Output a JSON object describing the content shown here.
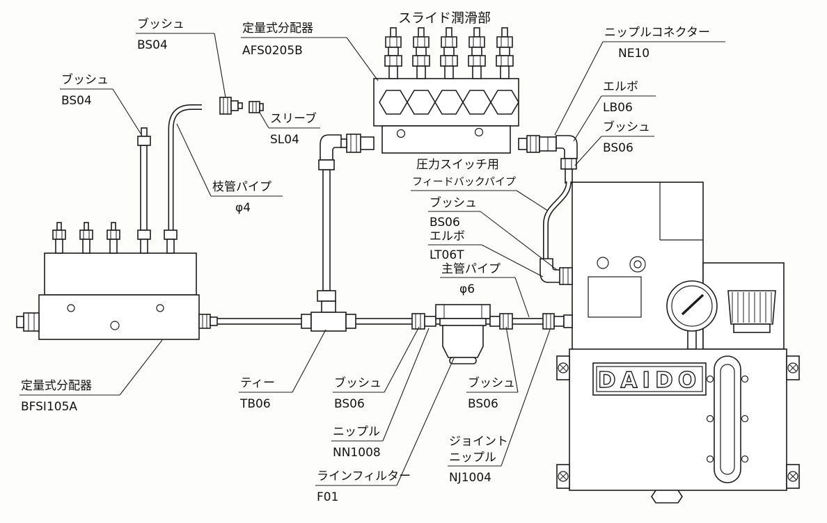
{
  "parts": {
    "bush_top": {
      "name": "ブッシュ",
      "code": "BS04"
    },
    "bush_left": {
      "name": "ブッシュ",
      "code": "BS04"
    },
    "dist_top": {
      "name": "定量式分配器",
      "code": "AFS0205B"
    },
    "slide_section": {
      "name": "スライド潤滑部"
    },
    "nipple_connector": {
      "name": "ニップルコネクター",
      "code": "NE10"
    },
    "elbow_lb": {
      "name": "エルボ",
      "code": "LB06"
    },
    "bush_right": {
      "name": "ブッシュ",
      "code": "BS06"
    },
    "sleeve": {
      "name": "スリーブ",
      "code": "SL04"
    },
    "branch_pipe": {
      "name": "枝管パイプ",
      "code": "φ4"
    },
    "feedback_pipe": {
      "name_line1": "圧力スイッチ用",
      "name_line2": "フィードバックパイプ"
    },
    "bush_mid": {
      "name": "ブッシュ",
      "code": "BS06"
    },
    "elbow_lt": {
      "name": "エルボ",
      "code": "LT06T"
    },
    "main_pipe": {
      "name": "主管パイプ",
      "code": "φ6"
    },
    "dist_left": {
      "name": "定量式分配器",
      "code": "BFSI105A"
    },
    "tee": {
      "name": "ティー",
      "code": "TB06"
    },
    "bush_bottom_left": {
      "name": "ブッシュ",
      "code": "BS06"
    },
    "bush_bottom_right": {
      "name": "ブッシュ",
      "code": "BS06"
    },
    "nipple": {
      "name": "ニップル",
      "code": "NN1008"
    },
    "joint_nipple": {
      "name_line1": "ジョイント",
      "name_line2": "ニップル",
      "code": "NJ1004"
    },
    "line_filter": {
      "name": "ラインフィルター",
      "code": "F01"
    }
  },
  "pump": {
    "brand": "DAIDO"
  }
}
